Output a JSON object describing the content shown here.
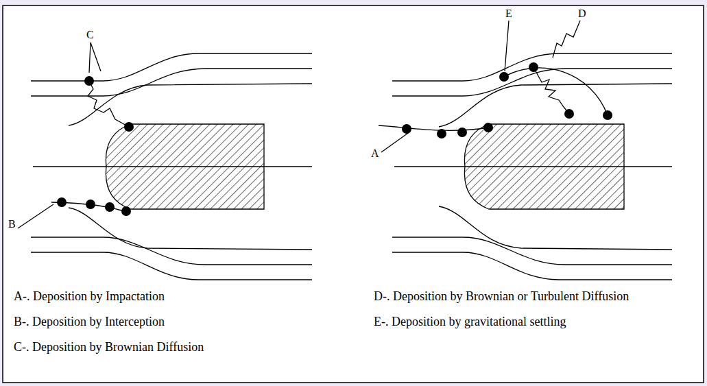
{
  "diagram": {
    "labels": [
      "C",
      "B",
      "E",
      "D",
      "A",
      "A-. Deposition by Impactation",
      "B-. Deposition by Interception",
      "C-. Deposition by Brownian Diffusion",
      "D-. Deposition by Brownian or Turbulent Diffusion",
      "E-. Deposition by gravitational settling"
    ]
  }
}
